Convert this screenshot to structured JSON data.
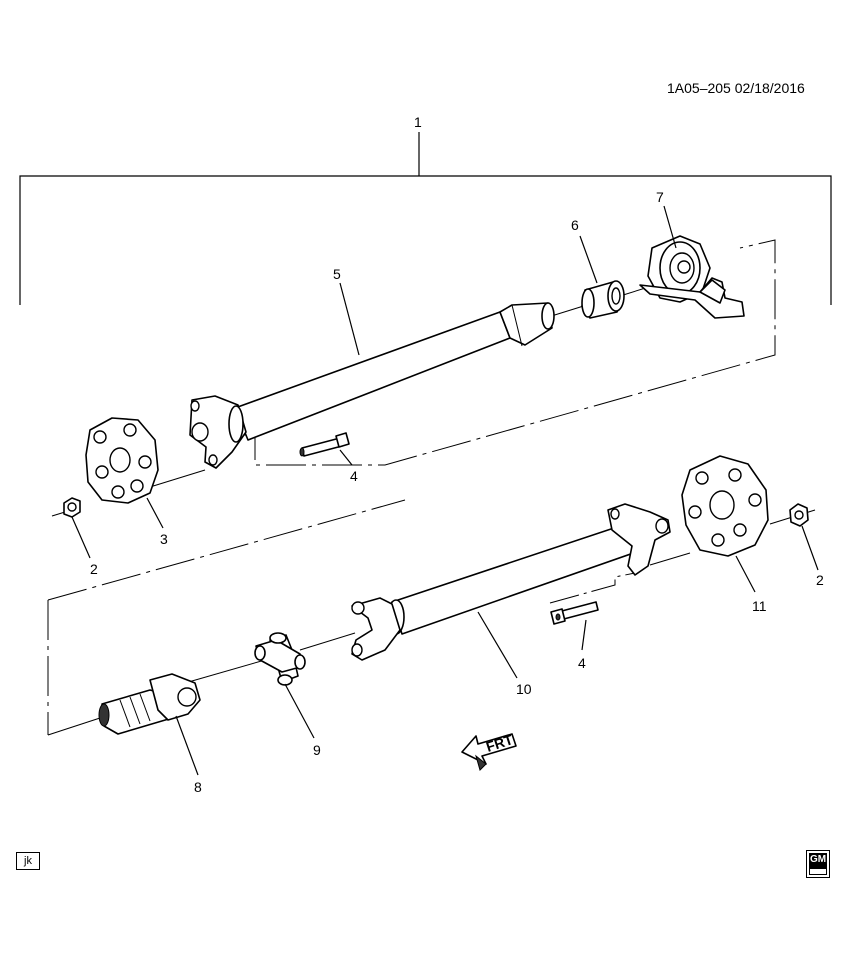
{
  "header": {
    "document_code": "1A05–205  02/18/2016"
  },
  "footer": {
    "view_tag": "jk",
    "logo_text": "GM"
  },
  "callouts": {
    "c1": "1",
    "c2a": "2",
    "c2b": "2",
    "c3": "3",
    "c4a": "4",
    "c4b": "4",
    "c5": "5",
    "c6": "6",
    "c7": "7",
    "c8": "8",
    "c9": "9",
    "c10": "10",
    "c11": "11"
  },
  "front_arrow": {
    "label": "FRT",
    "icon": "front-direction-arrow-icon"
  }
}
